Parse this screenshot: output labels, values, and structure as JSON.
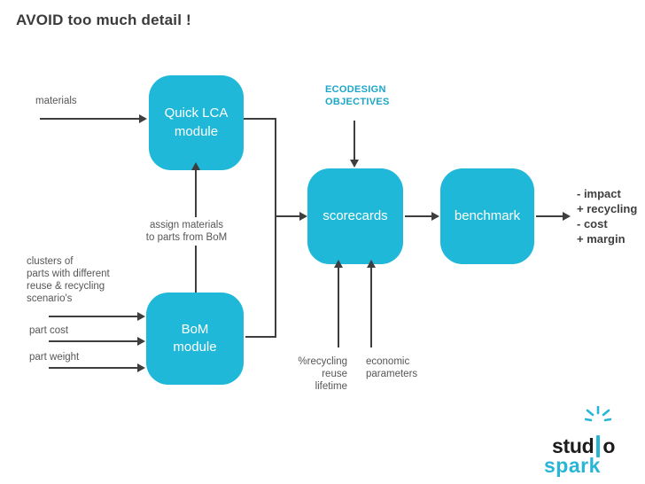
{
  "title": "AVOID too much detail !",
  "colors": {
    "accent_cyan": "#1fb8d8",
    "ecodesign_text": "#1ca6c9",
    "line": "#3e3e3e",
    "label_gray": "#565656",
    "title_gray": "#3b3b3b"
  },
  "nodes": {
    "quick_lca": {
      "line1": "Quick LCA",
      "line2": "module"
    },
    "bom": {
      "line1": "BoM",
      "line2": "module"
    },
    "scorecards": {
      "label": "scorecards"
    },
    "benchmark": {
      "label": "benchmark"
    }
  },
  "ecodesign": {
    "line1": "ECODESIGN",
    "line2": "OBJECTIVES"
  },
  "inputs": {
    "materials": "materials",
    "clusters": [
      "clusters of",
      "parts with different",
      "reuse & recycling",
      "scenario's"
    ],
    "part_cost": "part cost",
    "part_weight": "part weight",
    "recycling": [
      "%recycling",
      "reuse",
      "lifetime"
    ],
    "economic": [
      "economic",
      "parameters"
    ]
  },
  "assign_note": {
    "line1": "assign materials",
    "line2": "to parts from BoM"
  },
  "results": [
    "- impact",
    "+ recycling",
    "- cost",
    "+ margin"
  ],
  "logo": {
    "word1_pre": "stud",
    "word1_post": "o",
    "word2": "spark"
  }
}
